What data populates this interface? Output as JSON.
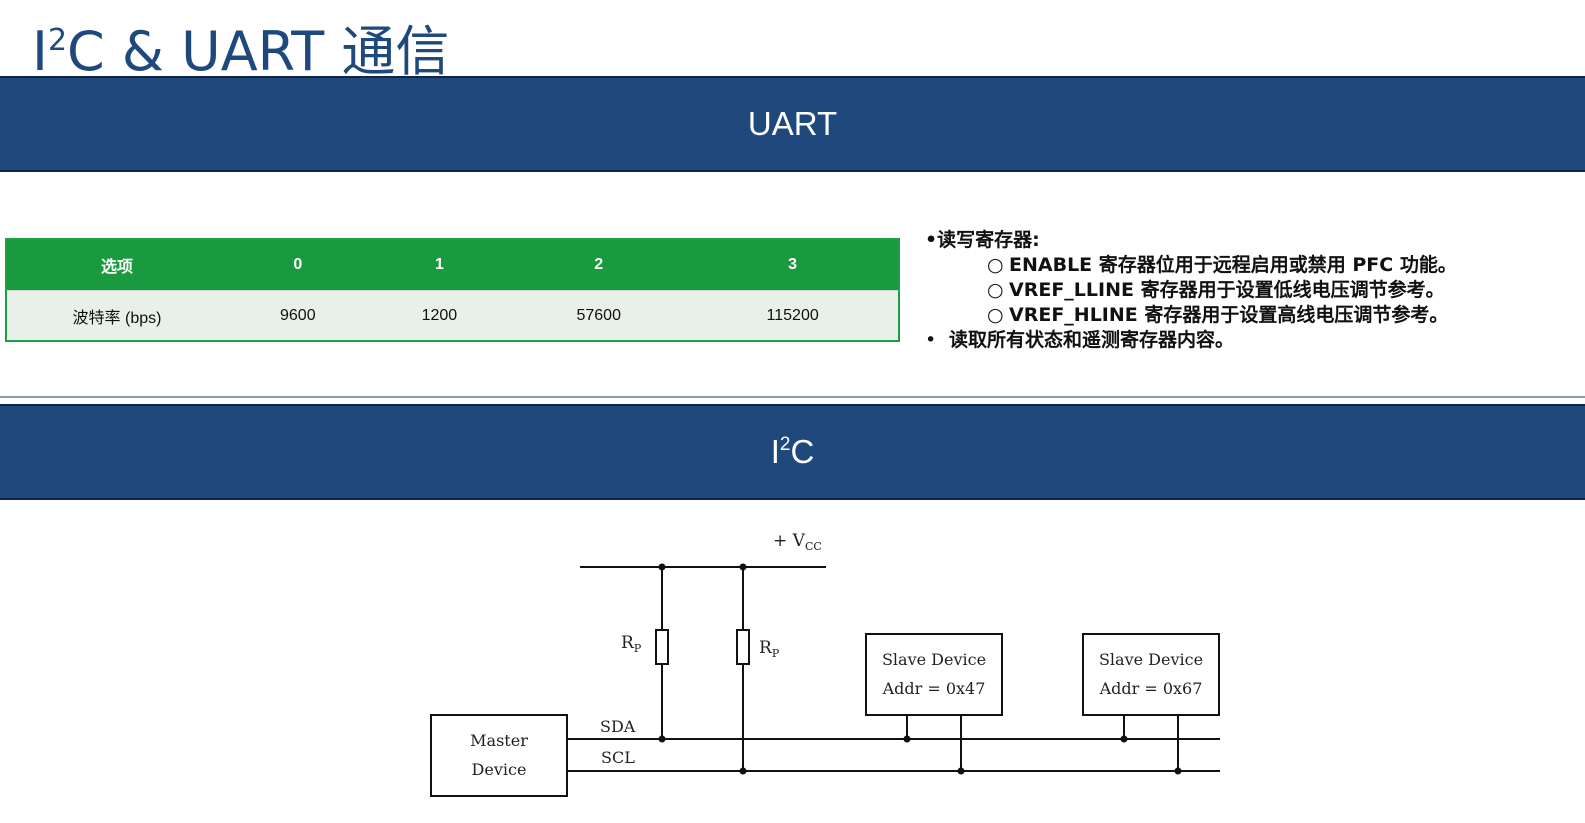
{
  "page": {
    "title_pre": "I",
    "title_sup": "2",
    "title_post": "C & UART 通信"
  },
  "uart": {
    "heading": "UART",
    "table": {
      "headers": [
        "选项",
        "0",
        "1",
        "2",
        "3"
      ],
      "row_label": "波特率 (bps)",
      "values": [
        "9600",
        "1200",
        "57600",
        "115200"
      ]
    },
    "notes": {
      "top": "•读写寄存器:",
      "subs": [
        {
          "bullet": "○",
          "text": "ENABLE 寄存器位用于远程启用或禁用 PFC 功能。"
        },
        {
          "bullet": "○",
          "text": "VREF_LLINE 寄存器用于设置低线电压调节参考。"
        },
        {
          "bullet": "○",
          "text": "VREF_HLINE 寄存器用于设置高线电压调节参考。"
        }
      ],
      "read_bullet": "•",
      "read": "读取所有状态和遥测寄存器内容。"
    }
  },
  "i2c": {
    "heading_pre": "I",
    "heading_sup": "2",
    "heading_post": "C",
    "diagram": {
      "vcc_prefix": "+ V",
      "vcc_sub": "CC",
      "resistor_main": "R",
      "resistor_sub": "P",
      "sda": "SDA",
      "scl": "SCL",
      "master_line1": "Master",
      "master_line2": "Device",
      "slave1_line1": "Slave Device",
      "slave1_line2": "Addr = 0x47",
      "slave2_line1": "Slave Device",
      "slave2_line2": "Addr = 0x67"
    }
  }
}
